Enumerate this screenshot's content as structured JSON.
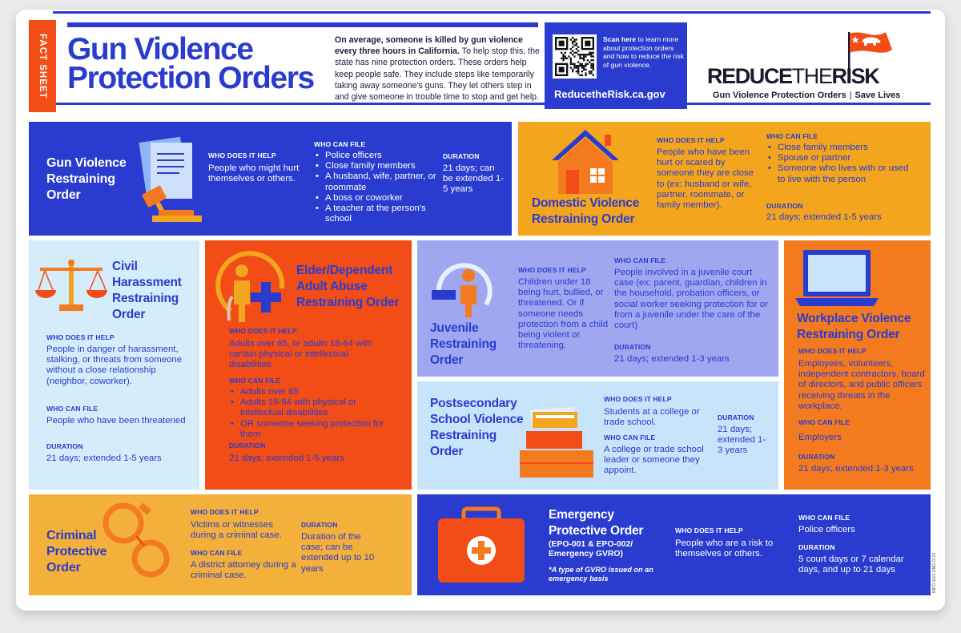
{
  "header": {
    "fact_sheet": "FACT SHEET",
    "title_line1": "Gun Violence",
    "title_line2": "Protection Orders",
    "intro_bold": "On average, someone is killed by gun violence every three hours in California.",
    "intro_rest": " To help stop this, the state has nine protection orders. These orders help keep people safe. They include steps like temporarily taking away someone's guns. They let others step in and give someone in trouble time to stop and get help.",
    "qr_bold": "Scan here",
    "qr_rest": " to learn more about protection orders and how to reduce the risk of gun violence.",
    "url": "ReducetheRisk.ca.gov",
    "logo_reduce": "REDUCE",
    "logo_the": "THE",
    "logo_risk": "RISK",
    "logo_sub_left": "Gun Violence Protection Orders",
    "logo_sub_right": "Save Lives"
  },
  "labels": {
    "who_help": "WHO DOES IT HELP",
    "who_file": "WHO CAN FILE",
    "duration": "DURATION"
  },
  "gvro": {
    "title": "Gun Violence Restraining Order",
    "who_help": "People who might hurt themselves or others.",
    "who_file": [
      "Police officers",
      "Close family members",
      "A husband, wife, partner, or roommate",
      "A boss or coworker",
      "A teacher at the person's school"
    ],
    "duration": "21 days; can be extended 1-5 years"
  },
  "dvro": {
    "title": "Domestic Violence Restraining Order",
    "who_help": "People who have been hurt or scared by someone they are close to (ex: husband or wife, partner, roommate, or family member).",
    "who_file": [
      "Close family members",
      "Spouse or partner",
      "Someone who lives with or used to live with the person"
    ],
    "duration": "21 days; extended 1-5 years"
  },
  "civil": {
    "title": "Civil Harassment Restraining Order",
    "who_help": "People in danger of harassment, stalking, or threats from someone without a close relationship (neighbor, coworker).",
    "who_file": "People who have been threatened",
    "duration": "21 days; extended 1-5 years"
  },
  "elder": {
    "title": "Elder/Dependent Adult Abuse Restraining Order",
    "who_help": "Adults over  65, or adults 18-64 with certain physical or intellectual disabilities.",
    "who_file": [
      "Adults over 65",
      "Adults 18-64 with physical or intellectual disabilities",
      "OR someone seeking protection for them"
    ],
    "duration": "21 days; extended 1-5 years"
  },
  "juvenile": {
    "title": "Juvenile Restraining Order",
    "who_help": "Children under 18 being hurt, bullied, or threatened. Or if someone needs protection from a child being violent or threatening.",
    "who_file": "People involved in a juvenile court case (ex: parent, guardian, children in the household, probation officers, or social worker seeking protection for or from a juvenile under the care of the court)",
    "duration": "21 days; extended 1-3 years"
  },
  "workplace": {
    "title": "Workplace Violence Restraining Order",
    "who_help": "Employees, volunteers, independent contractors, board of directors, and public officers receiving threats in the workplace.",
    "who_file": "Employers",
    "duration": "21 days; extended 1-3 years"
  },
  "postsecondary": {
    "title": "Postsecondary School Violence Restraining Order",
    "who_help": "Students at a college or trade school.",
    "who_file": "A college or trade school leader or someone they appoint.",
    "duration": "21 days; extended 1-3 years"
  },
  "criminal": {
    "title": "Criminal Protective Order",
    "who_help": "Victims or witnesses during a criminal case.",
    "who_file": "A district attorney during a criminal case.",
    "duration": "Duration of the case; can be extended up to 10 years"
  },
  "epo": {
    "title": "Emergency Protective Order",
    "subtitle": "(EPO-001 & EPO-002/ Emergency GVRO)",
    "note": "*A type of GVRO issued on an emergency basis",
    "who_help": "People who are a risk to themselves or others.",
    "who_file": "Police officers",
    "duration": "5 court days or 7 calendar days, and up to 21 days"
  },
  "footer_code": "INFO-1021-ENG-0723",
  "colors": {
    "blue": "#2a3ccf",
    "orange_red": "#f24c17",
    "amber": "#f3a51d",
    "light_blue": "#d5ecfb",
    "periwinkle": "#9ea7f0",
    "orange": "#f47a20"
  }
}
